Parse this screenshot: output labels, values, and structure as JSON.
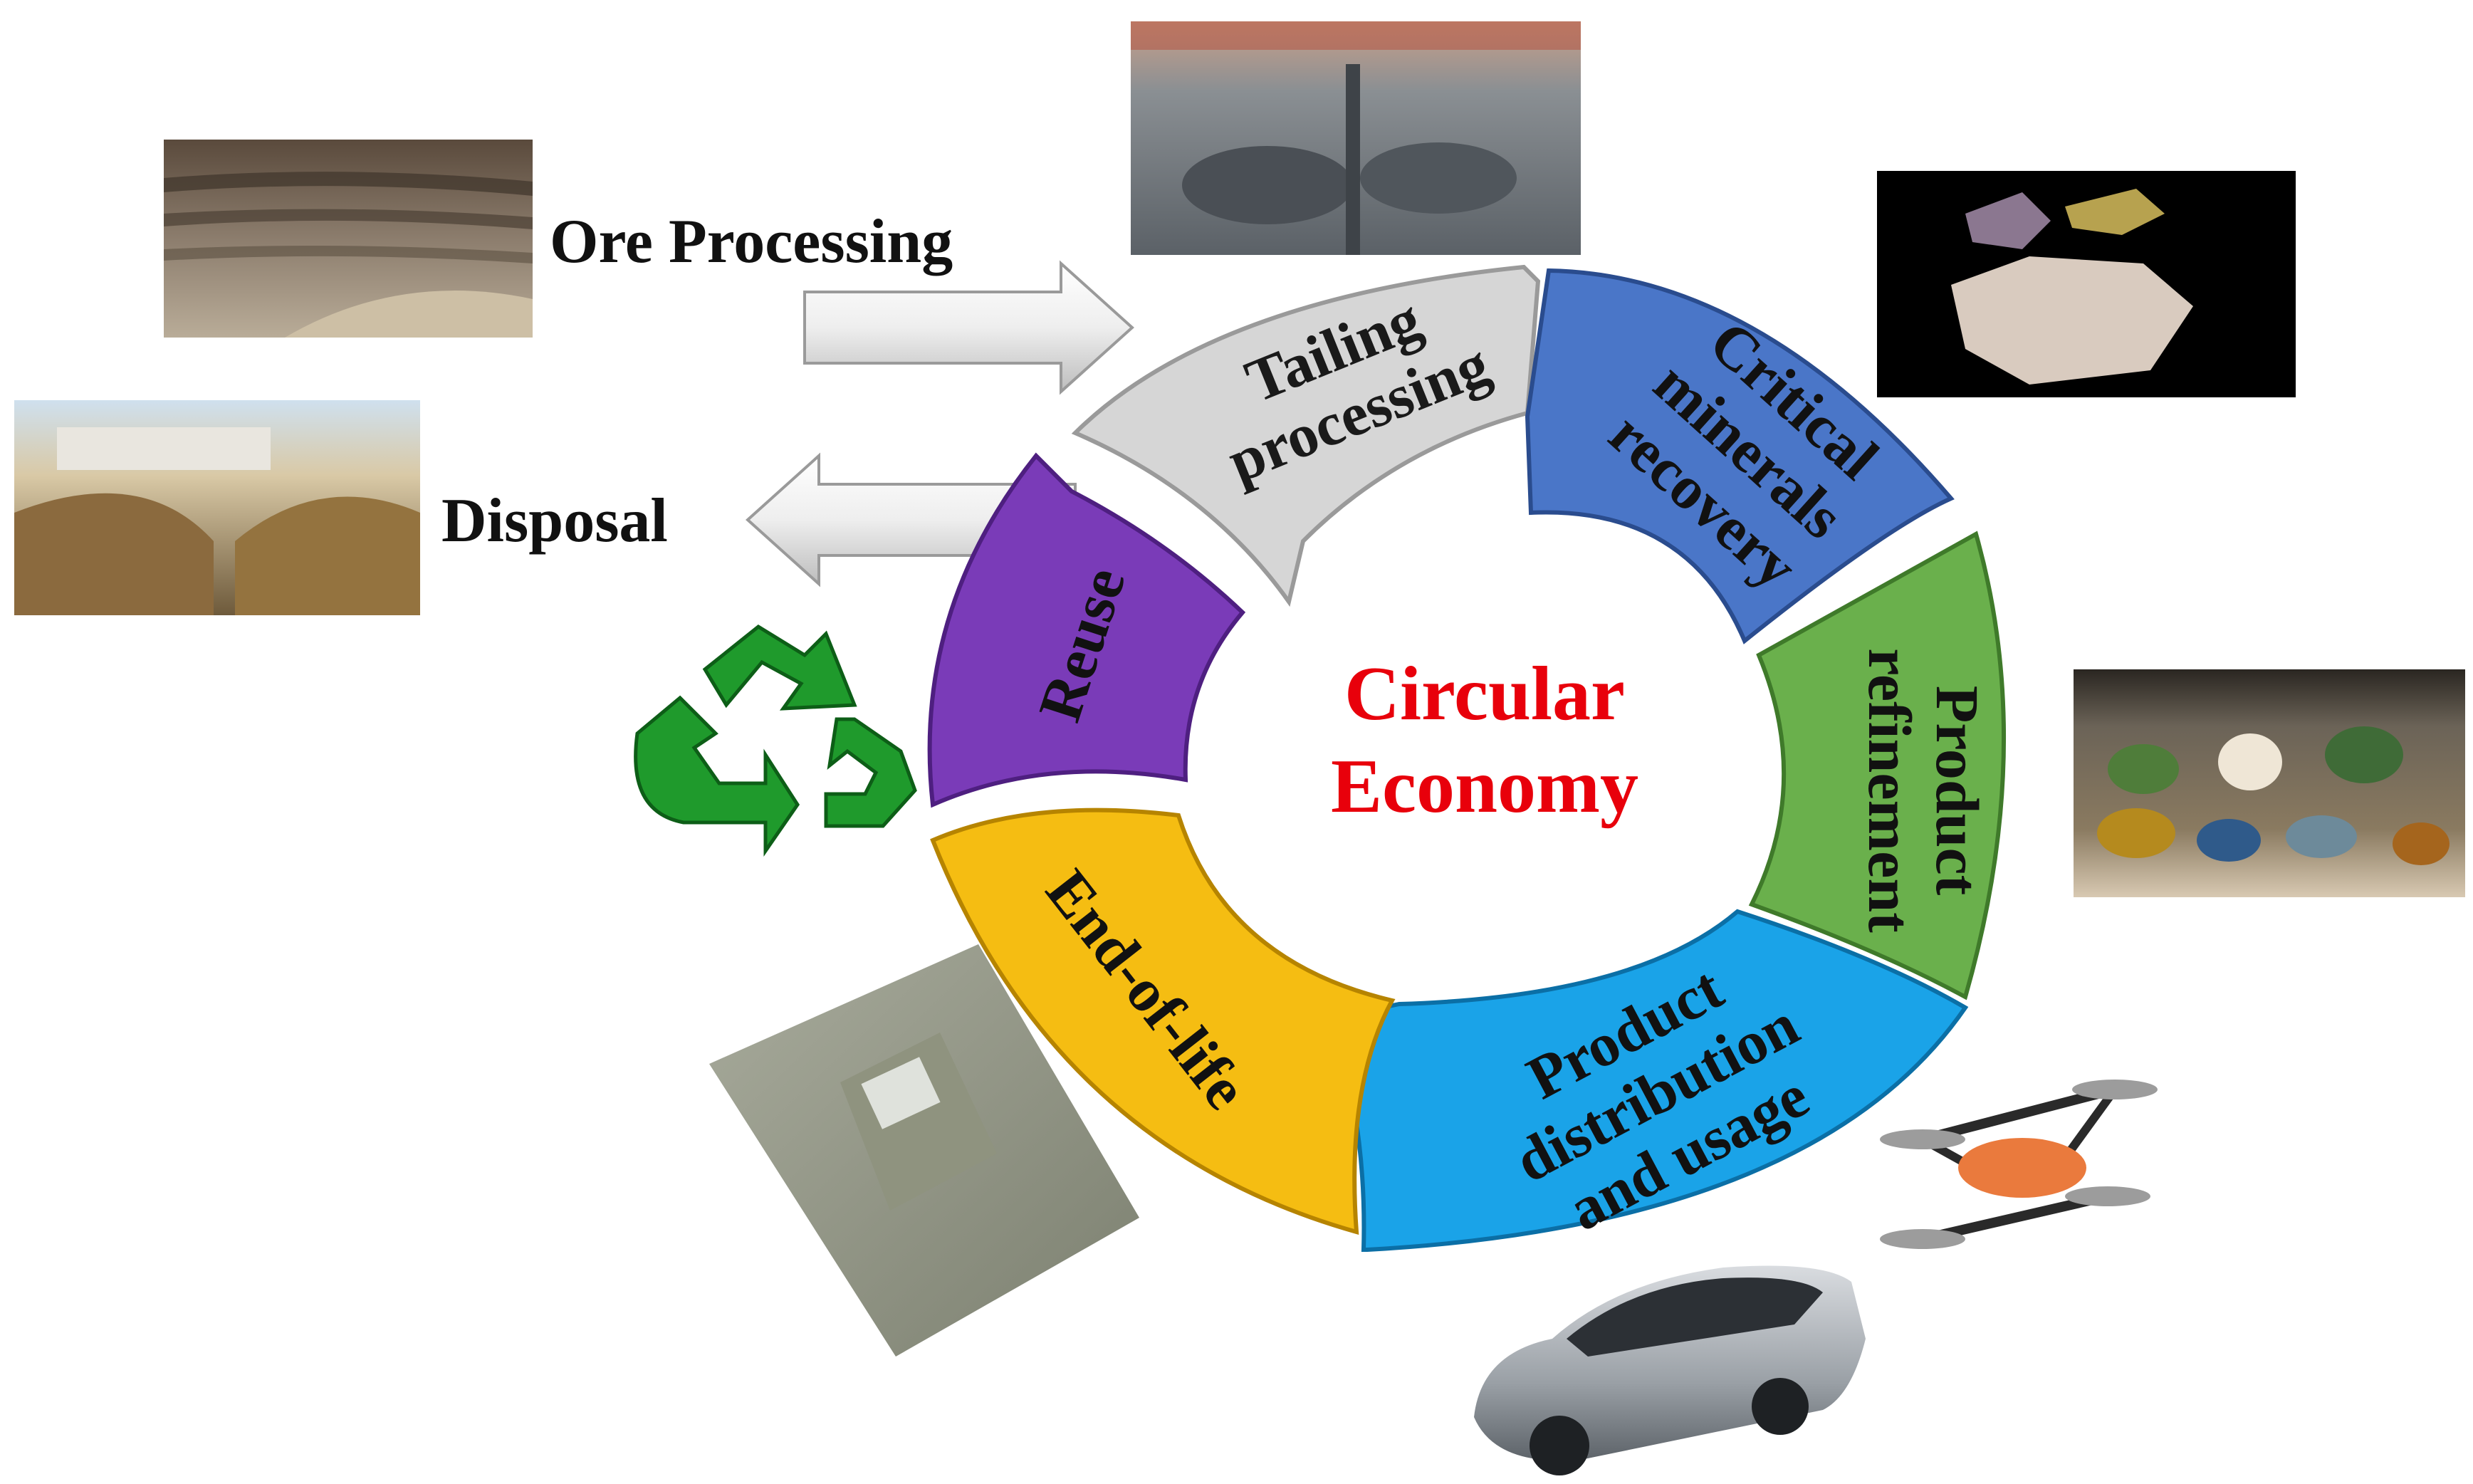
{
  "center": {
    "line1": "Circular",
    "line2": "Economy",
    "color": "#e8000b"
  },
  "side_labels": {
    "ore_processing": "Ore Processing",
    "disposal": "Disposal"
  },
  "segments": [
    {
      "key": "tailing",
      "lines": [
        "Tailing",
        "processing"
      ],
      "color": "#d6d6d6",
      "dark": "#9a9a9a"
    },
    {
      "key": "critical",
      "lines": [
        "Critical",
        "minerals",
        "recovery"
      ],
      "color": "#4a76c8",
      "dark": "#2a4c8e"
    },
    {
      "key": "refinement",
      "lines": [
        "Product",
        "refinement"
      ],
      "color": "#6ab04c",
      "dark": "#3f7a2a"
    },
    {
      "key": "distribution",
      "lines": [
        "Product",
        "distribution",
        "and usage"
      ],
      "color": "#1aa3e8",
      "dark": "#0b6fa6"
    },
    {
      "key": "eol",
      "lines": [
        "End-of-life"
      ],
      "color": "#f5bd12",
      "dark": "#b68400"
    },
    {
      "key": "reuse",
      "lines": [
        "Reuse"
      ],
      "color": "#7a3bb8",
      "dark": "#4e1f80"
    }
  ],
  "icons": {
    "recycle": "recycle-icon",
    "mine_photo": "open-pit-mine-photo",
    "disposal_photo": "tailings-disposal-photo",
    "plant_photo": "processing-plant-photo",
    "minerals_photo": "mineral-rocks-photo",
    "display_photo": "mineral-display-photo",
    "bin_photo": "recycle-bin-photo",
    "drone": "drone-icon",
    "car": "electric-car-icon"
  }
}
